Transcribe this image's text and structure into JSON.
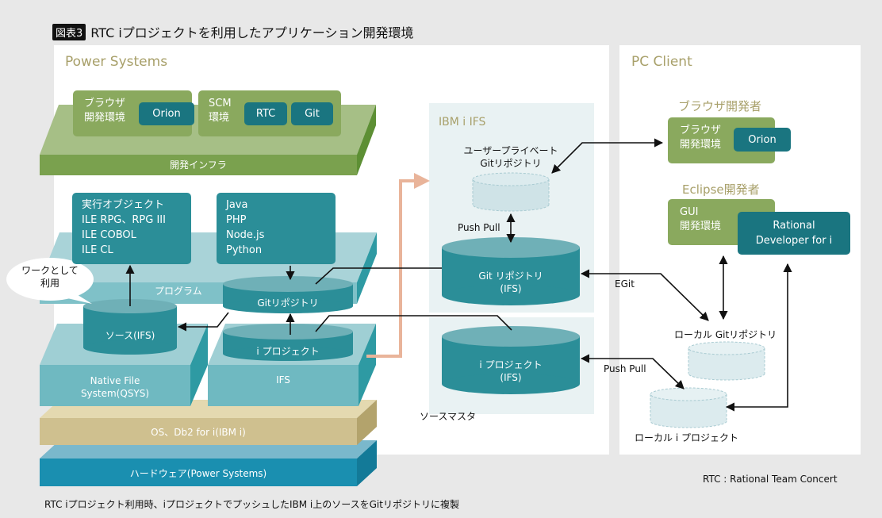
{
  "figure": {
    "badge": "図表3",
    "title": "RTC iプロジェクトを利用したアプリケーション開発環境"
  },
  "power_systems": {
    "label": "Power Systems",
    "dev_infra": {
      "label": "開発インフラ",
      "browser_env": {
        "label_line1": "ブラウザ",
        "label_line2": "開発環境",
        "tool": "Orion"
      },
      "scm_env": {
        "label_line1": "SCM",
        "label_line2": "環境",
        "tools": [
          "RTC",
          "Git"
        ]
      }
    },
    "program_layer": {
      "label": "プログラム",
      "native_box": [
        "実行オブジェクト",
        "ILE RPG、RPG III",
        "ILE COBOL",
        "ILE CL"
      ],
      "oss_box": [
        "Java",
        "PHP",
        "Node.js",
        "Python"
      ],
      "git_repo": "Gitリポジトリ"
    },
    "speech_bubble": {
      "line1": "ワークとして",
      "line2": "利用"
    },
    "native_fs": {
      "line1": "Native File",
      "line2": "System(QSYS)",
      "source_db": "ソース(IFS)"
    },
    "ifs": {
      "label": "IFS",
      "iproject_db": "i プロジェクト"
    },
    "os_layer": "OS、Db2 for i(IBM i)",
    "hw_layer": "ハードウェア(Power Systems)"
  },
  "ibm_i_ifs": {
    "label": "IBM i IFS",
    "private_repo": {
      "line1": "ユーザープライベート",
      "line2": "Gitリポジトリ"
    },
    "push_pull": "Push Pull",
    "git_repo": {
      "line1": "Git リポジトリ",
      "line2": "(IFS)"
    },
    "iproject": {
      "line1": "i プロジェクト",
      "line2": "(IFS)"
    },
    "source_master": "ソースマスタ"
  },
  "pc_client": {
    "label": "PC Client",
    "browser_dev": {
      "title": "ブラウザ開発者",
      "line1": "ブラウザ",
      "line2": "開発環境",
      "tool": "Orion"
    },
    "eclipse_dev": {
      "title": "Eclipse開発者",
      "line1": "GUI",
      "line2": "開発環境",
      "tool_line1": "Rational",
      "tool_line2": "Developer for i"
    },
    "egit": "EGit",
    "push_pull": "Push Pull",
    "local_git": "ローカル Gitリポジトリ",
    "local_iproject": "ローカル i プロジェクト"
  },
  "legend_note": "RTC : Rational Team Concert",
  "caption": "RTC iプロジェクト利用時、iプロジェクトでプッシュしたIBM i上のソースをGitリポジトリに複製",
  "colors": {
    "teal": "#2b8e98",
    "dark_teal": "#1a7580",
    "light_teal": "#a9d3d8",
    "green": "#8aa95e",
    "infra_green": "#7aa14e",
    "khaki": "#cfc08f",
    "hw_blue": "#1a8fb0",
    "salmon_arrow": "#e9b49a",
    "section_label": "#a8a06a"
  }
}
